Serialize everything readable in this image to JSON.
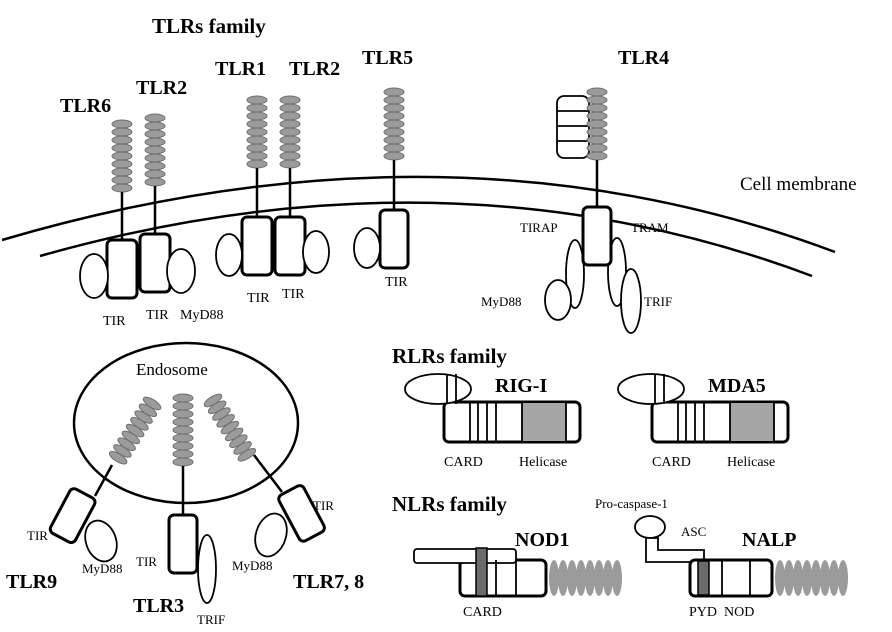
{
  "labels": {
    "tlrs_family": "TLRs family",
    "tlr6": "TLR6",
    "tlr2_a": "TLR2",
    "tlr1": "TLR1",
    "tlr2_b": "TLR2",
    "tlr5": "TLR5",
    "tlr4": "TLR4",
    "cell_membrane": "Cell membrane",
    "tir": "TIR",
    "myd88": "MyD88",
    "tirap": "TIRAP",
    "tram": "TRAM",
    "trif": "TRIF",
    "endosome": "Endosome",
    "tlr9": "TLR9",
    "tlr3": "TLR3",
    "tlr78": "TLR7, 8",
    "rlrs_family": "RLRs family",
    "rig_i": "RIG-I",
    "mda5": "MDA5",
    "card": "CARD",
    "helicase": "Helicase",
    "nlrs_family": "NLRs family",
    "nod1": "NOD1",
    "pro_caspase": "Pro-caspase-1",
    "asc": "ASC",
    "nalp": "NALP",
    "pyd": "PYD",
    "nod": "NOD"
  },
  "colors": {
    "bead": "#9b9b9b",
    "helicase": "#a6a6a6",
    "dark_band": "#6b6b6b"
  }
}
